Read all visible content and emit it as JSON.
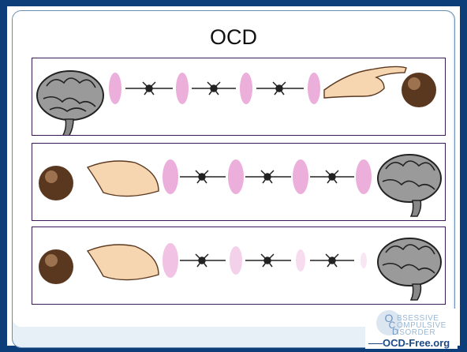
{
  "slide": {
    "title": "OCD"
  },
  "panels": [
    {
      "id": "brain-to-knob",
      "left_item": "brain",
      "right_item": "hand-reaching-knob"
    },
    {
      "id": "knob-to-brain",
      "left_item": "knob-and-hand",
      "right_item": "brain"
    },
    {
      "id": "knob-to-brain-faded",
      "left_item": "knob-and-hand",
      "right_item": "brain"
    }
  ],
  "logo": {
    "words": [
      "BSESSIVE",
      "OMPULSIVE",
      "ISORDER"
    ],
    "letters": [
      "O",
      "C",
      "D"
    ],
    "site": "OCD-Free.org"
  },
  "colors": {
    "frame": "#0d3e79",
    "panel_border": "#3b1a5a",
    "neurotransmitter": "#e79ad1",
    "knob": "#5a3820",
    "skin": "#f6d6b0",
    "brain": "#8c8c8c"
  },
  "icons": [
    "brain-icon",
    "neuron-chain-icon",
    "hand-icon",
    "door-knob-icon"
  ]
}
